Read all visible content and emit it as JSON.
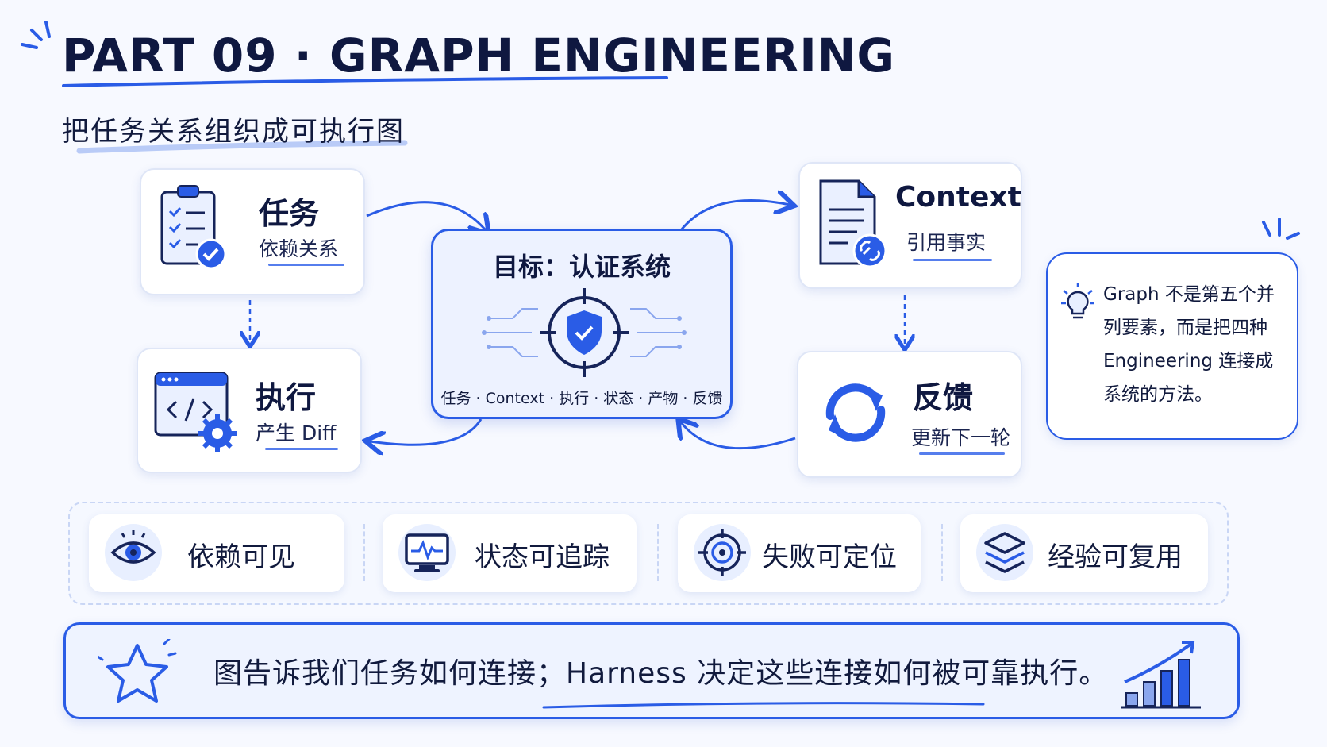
{
  "header": {
    "title": "PART 09 · GRAPH ENGINEERING",
    "subtitle": "把任务关系组织成可执行图"
  },
  "nodes": {
    "task": {
      "title": "任务",
      "subtitle": "依赖关系",
      "icon": "clipboard-check-icon"
    },
    "execute": {
      "title": "执行",
      "subtitle": "产生 Diff",
      "icon": "code-window-gear-icon"
    },
    "context": {
      "title": "Context",
      "subtitle": "引用事实",
      "icon": "document-link-icon"
    },
    "feedback": {
      "title": "反馈",
      "subtitle": "更新下一轮",
      "icon": "refresh-cycle-icon"
    }
  },
  "goal": {
    "title": "目标：认证系统",
    "footer": "任务 · Context · 执行 · 状态 · 产物 · 反馈",
    "icon": "shield-target-icon"
  },
  "note": {
    "text": "Graph 不是第五个并列要素，而是把四种 Engineering 连接成系统的方法。",
    "icon": "lightbulb-icon"
  },
  "benefits": [
    {
      "label": "依赖可见",
      "icon": "eye-icon"
    },
    {
      "label": "状态可追踪",
      "icon": "monitor-pulse-icon"
    },
    {
      "label": "失败可定位",
      "icon": "crosshair-target-icon"
    },
    {
      "label": "经验可复用",
      "icon": "layers-icon"
    }
  ],
  "banner": {
    "text": "图告诉我们任务如何连接；Harness 决定这些连接如何被可靠执行。",
    "left_icon": "star-icon",
    "right_icon": "bar-chart-growth-icon"
  },
  "colors": {
    "accent": "#2a5ce6",
    "ink": "#0f1840",
    "background": "#f7f9ff"
  }
}
